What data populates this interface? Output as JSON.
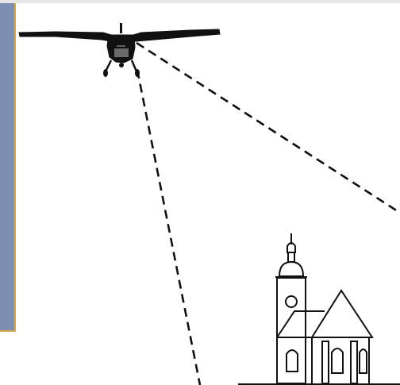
{
  "figure": {
    "elements": [
      "airplane",
      "dashed-sight-line-to-ground",
      "dashed-sight-line-to-right",
      "church",
      "ground-line"
    ],
    "colors": {
      "side_panel": "#7d8eb3",
      "side_panel_border": "#d9a64a",
      "ink": "#111111",
      "background": "#ffffff"
    }
  }
}
